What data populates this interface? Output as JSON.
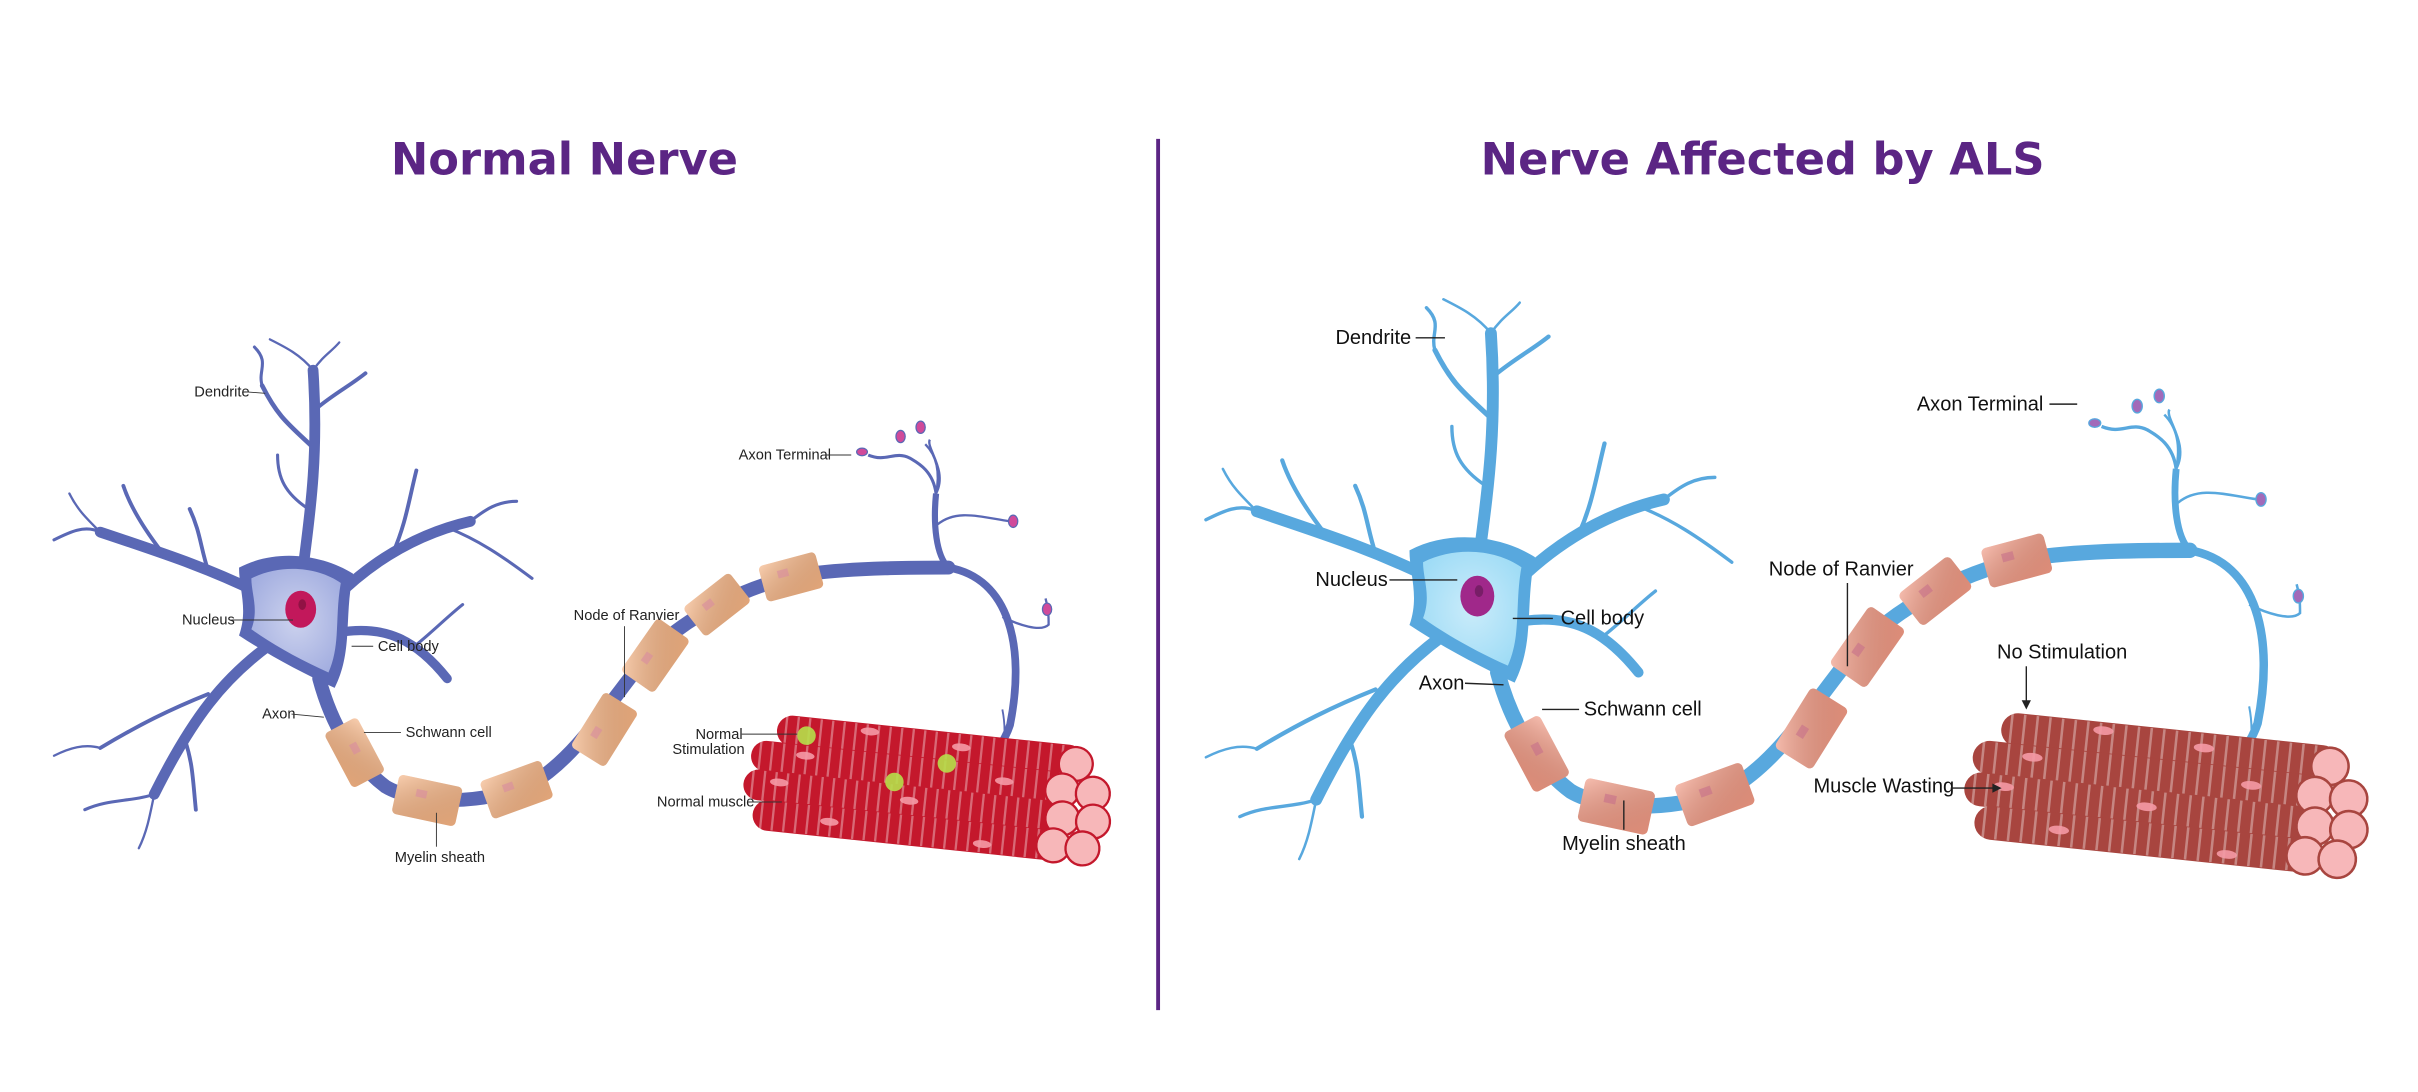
{
  "left_panel": {
    "title": "Normal Nerve",
    "labels": {
      "dendrite": "Dendrite",
      "nucleus": "Nucleus",
      "cell_body": "Cell body",
      "axon": "Axon",
      "schwann_cell": "Schwann cell",
      "myelin_sheath": "Myelin sheath",
      "node_of_ranvier": "Node of Ranvier",
      "axon_terminal": "Axon Terminal",
      "stimulation_line1": "Normal",
      "stimulation_line2": "Stimulation",
      "muscle": "Normal muscle"
    },
    "colors": {
      "axon": "#5a68b5",
      "body": "#a3aee0",
      "sheath": "#f6b484",
      "muscle": "#c4182c"
    }
  },
  "right_panel": {
    "title": "Nerve Affected by ALS",
    "labels": {
      "dendrite": "Dendrite",
      "nucleus": "Nucleus",
      "cell_body": "Cell body",
      "axon": "Axon",
      "schwann_cell": "Schwann cell",
      "myelin_sheath": "Myelin sheath",
      "node_of_ranvier": "Node of Ranvier",
      "axon_terminal": "Axon Terminal",
      "stimulation": "No Stimulation",
      "muscle": "Muscle Wasting"
    },
    "colors": {
      "axon": "#58a8de",
      "body": "#9fdcf6",
      "sheath": "#f29a84",
      "muscle": "#a8453f"
    }
  },
  "divider_color": "#5b2584"
}
